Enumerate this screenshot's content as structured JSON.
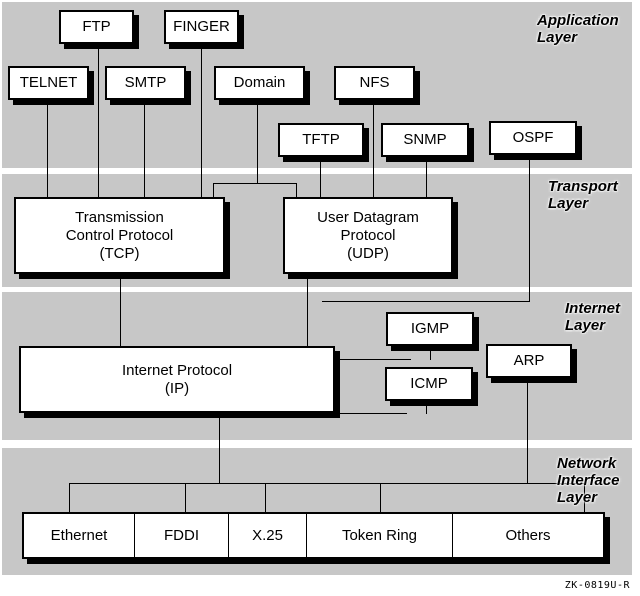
{
  "layers": {
    "application": {
      "label_line1": "Application",
      "label_line2": "Layer"
    },
    "transport": {
      "label_line1": "Transport",
      "label_line2": "Layer"
    },
    "internet": {
      "label_line1": "Internet",
      "label_line2": "Layer"
    },
    "network": {
      "label_line1": "Network",
      "label_line2": "Interface",
      "label_line3": "Layer"
    }
  },
  "application_protocols": {
    "ftp": "FTP",
    "finger": "FINGER",
    "telnet": "TELNET",
    "smtp": "SMTP",
    "domain": "Domain",
    "nfs": "NFS",
    "tftp": "TFTP",
    "snmp": "SNMP",
    "ospf": "OSPF"
  },
  "transport_protocols": {
    "tcp": {
      "line1": "Transmission",
      "line2": "Control Protocol",
      "line3": "(TCP)"
    },
    "udp": {
      "line1": "User Datagram",
      "line2": "Protocol",
      "line3": "(UDP)"
    }
  },
  "internet_protocols": {
    "ip": {
      "line1": "Internet Protocol",
      "line2": "(IP)"
    },
    "igmp": "IGMP",
    "icmp": "ICMP",
    "arp": "ARP"
  },
  "network_interfaces": [
    "Ethernet",
    "FDDI",
    "X.25",
    "Token Ring",
    "Others"
  ],
  "caption": "ZK-0819U-R"
}
